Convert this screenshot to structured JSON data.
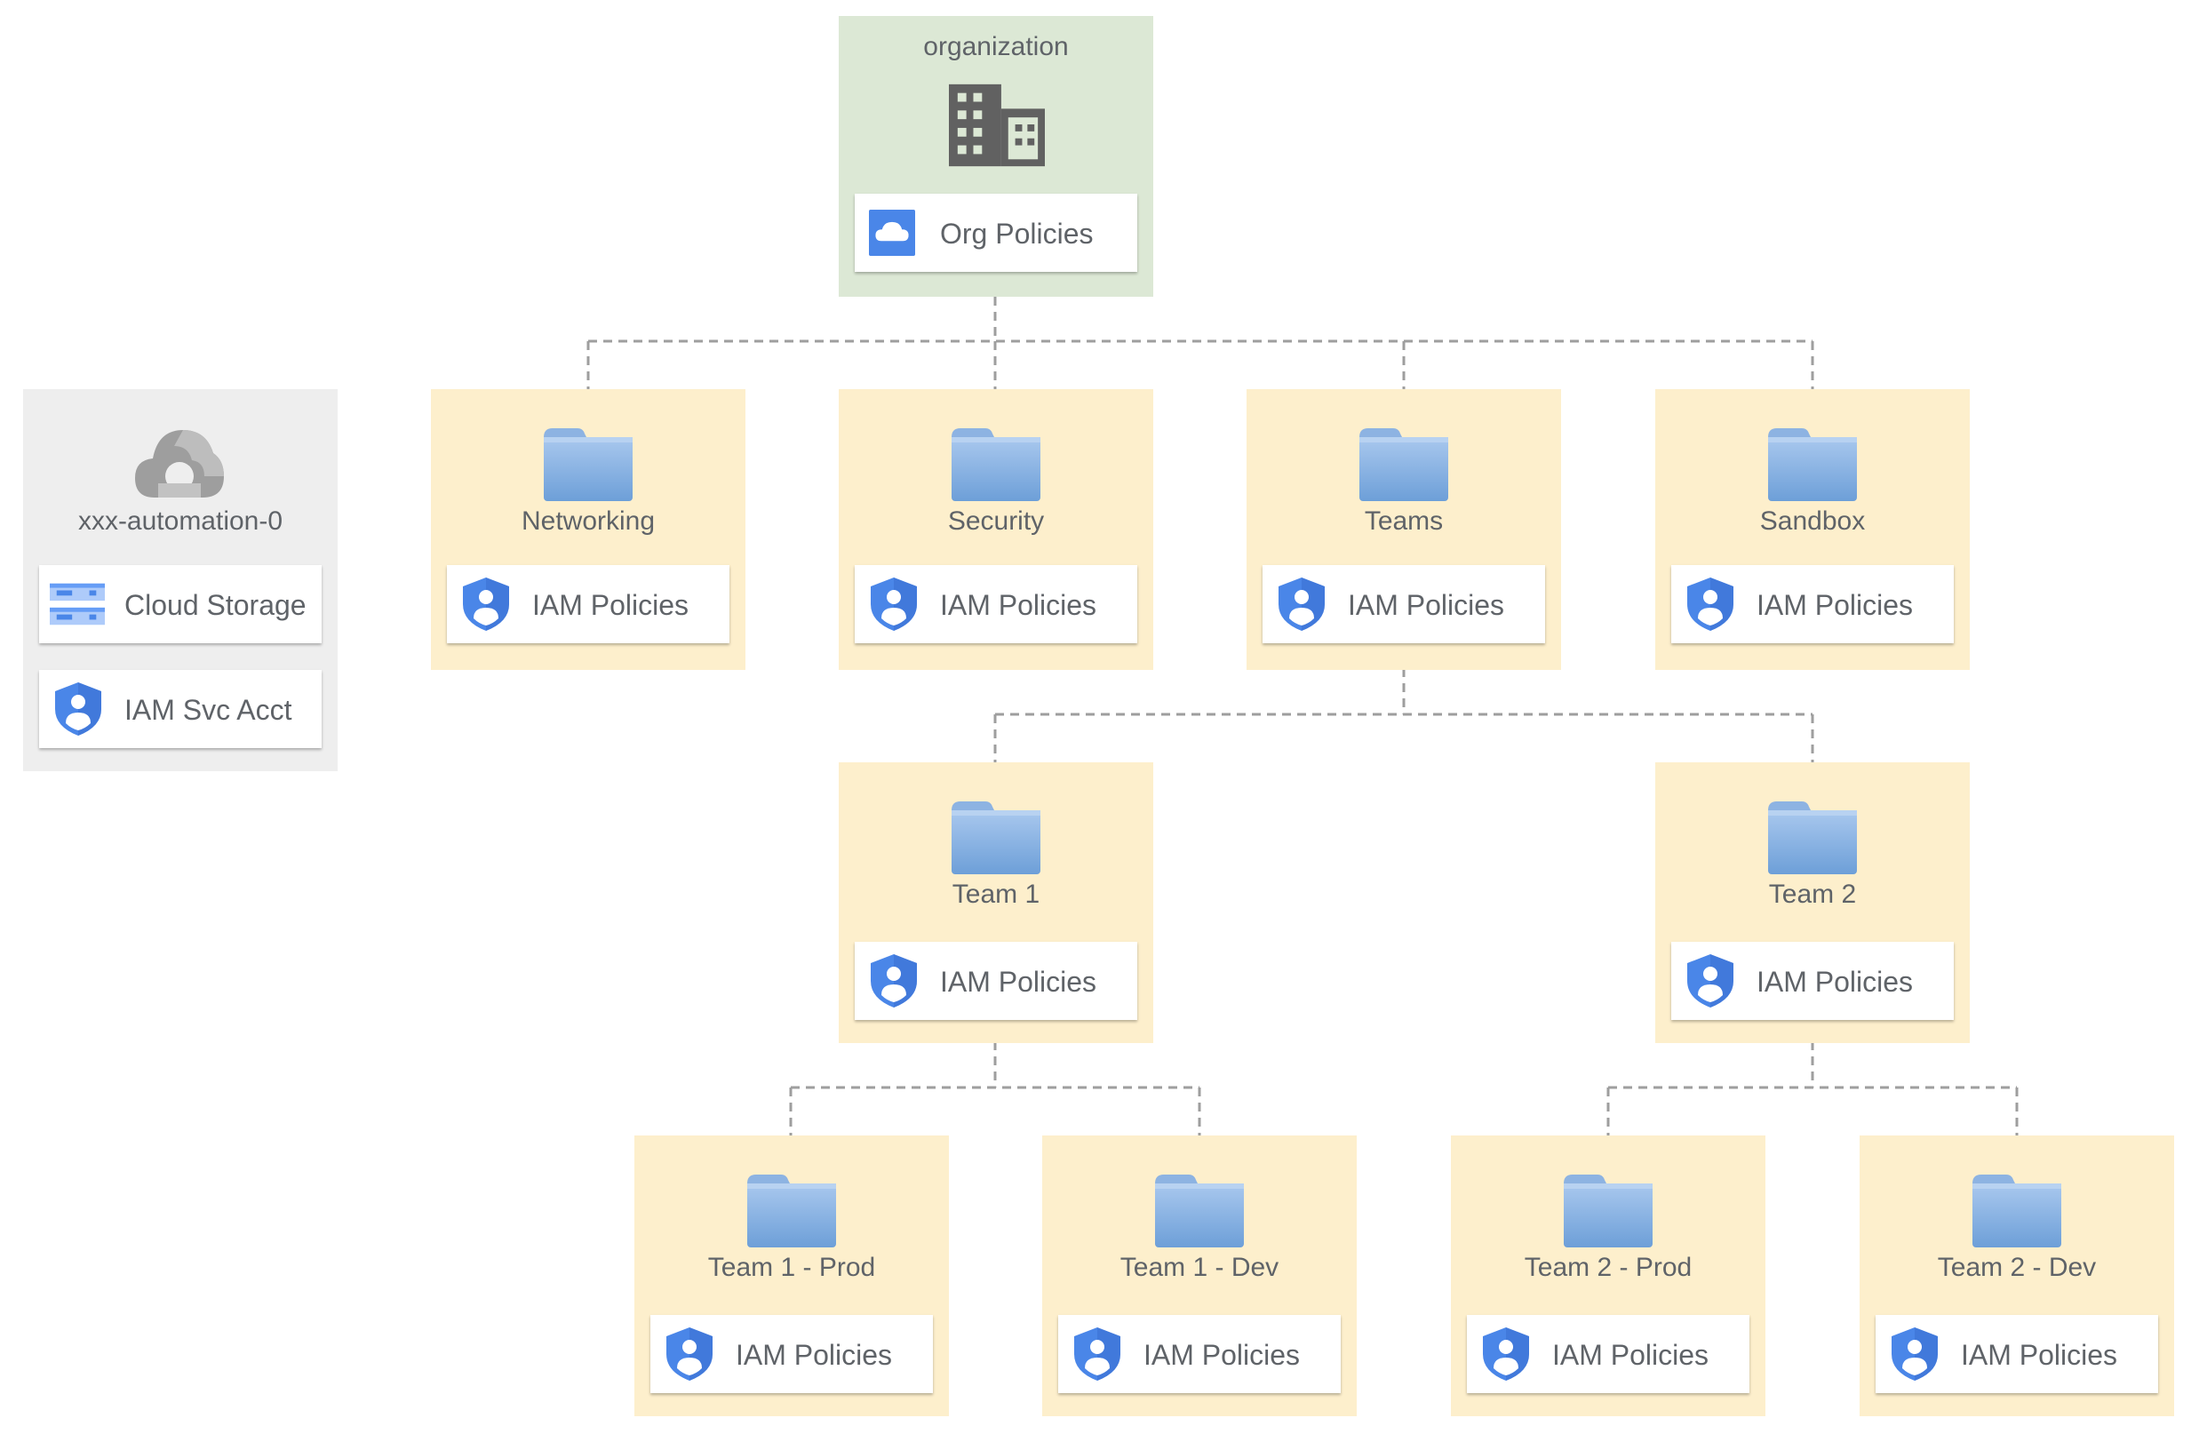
{
  "organization": {
    "title": "organization",
    "icon": "building-icon",
    "policy_card": {
      "label": "Org Policies",
      "icon": "cloud-icon"
    }
  },
  "automation_project": {
    "title": "xxx-automation-0",
    "icon": "google-cloud-icon",
    "cards": [
      {
        "label": "Cloud Storage",
        "icon": "cloud-storage-icon"
      },
      {
        "label": "IAM Svc Acct",
        "icon": "iam-shield-icon"
      }
    ]
  },
  "folders": {
    "networking": {
      "title": "Networking",
      "policy_label": "IAM Policies"
    },
    "security": {
      "title": "Security",
      "policy_label": "IAM Policies"
    },
    "teams": {
      "title": "Teams",
      "policy_label": "IAM Policies"
    },
    "sandbox": {
      "title": "Sandbox",
      "policy_label": "IAM Policies"
    },
    "team1": {
      "title": "Team 1",
      "policy_label": "IAM Policies"
    },
    "team2": {
      "title": "Team 2",
      "policy_label": "IAM Policies"
    },
    "team1_prod": {
      "title": "Team 1 - Prod",
      "policy_label": "IAM Policies"
    },
    "team1_dev": {
      "title": "Team 1 - Dev",
      "policy_label": "IAM Policies"
    },
    "team2_prod": {
      "title": "Team 2 - Prod",
      "policy_label": "IAM Policies"
    },
    "team2_dev": {
      "title": "Team 2 - Dev",
      "policy_label": "IAM Policies"
    }
  },
  "colors": {
    "org_box": "#dce8d5",
    "folder_box": "#fdefcc",
    "automation_box": "#eeeeee",
    "folder_icon": "#8fb6e3",
    "shield_icon": "#4a86e8",
    "connector": "#9e9e9e",
    "text": "#5f6368"
  }
}
